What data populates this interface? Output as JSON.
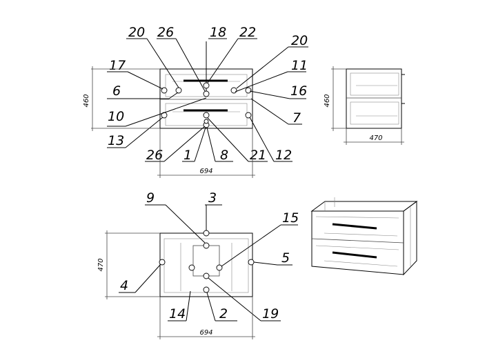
{
  "front_view": {
    "callouts": [
      "20",
      "26",
      "18",
      "22",
      "20",
      "17",
      "11",
      "6",
      "16",
      "10",
      "7",
      "13",
      "26",
      "1",
      "8",
      "21",
      "12"
    ],
    "dim_width": "694",
    "dim_height": "460"
  },
  "side_view": {
    "dim_width": "470",
    "dim_height": "460"
  },
  "top_view": {
    "callouts": [
      "9",
      "3",
      "15",
      "5",
      "4",
      "14",
      "2",
      "19"
    ],
    "dim_width": "694",
    "dim_height": "470"
  },
  "iso_view": {}
}
